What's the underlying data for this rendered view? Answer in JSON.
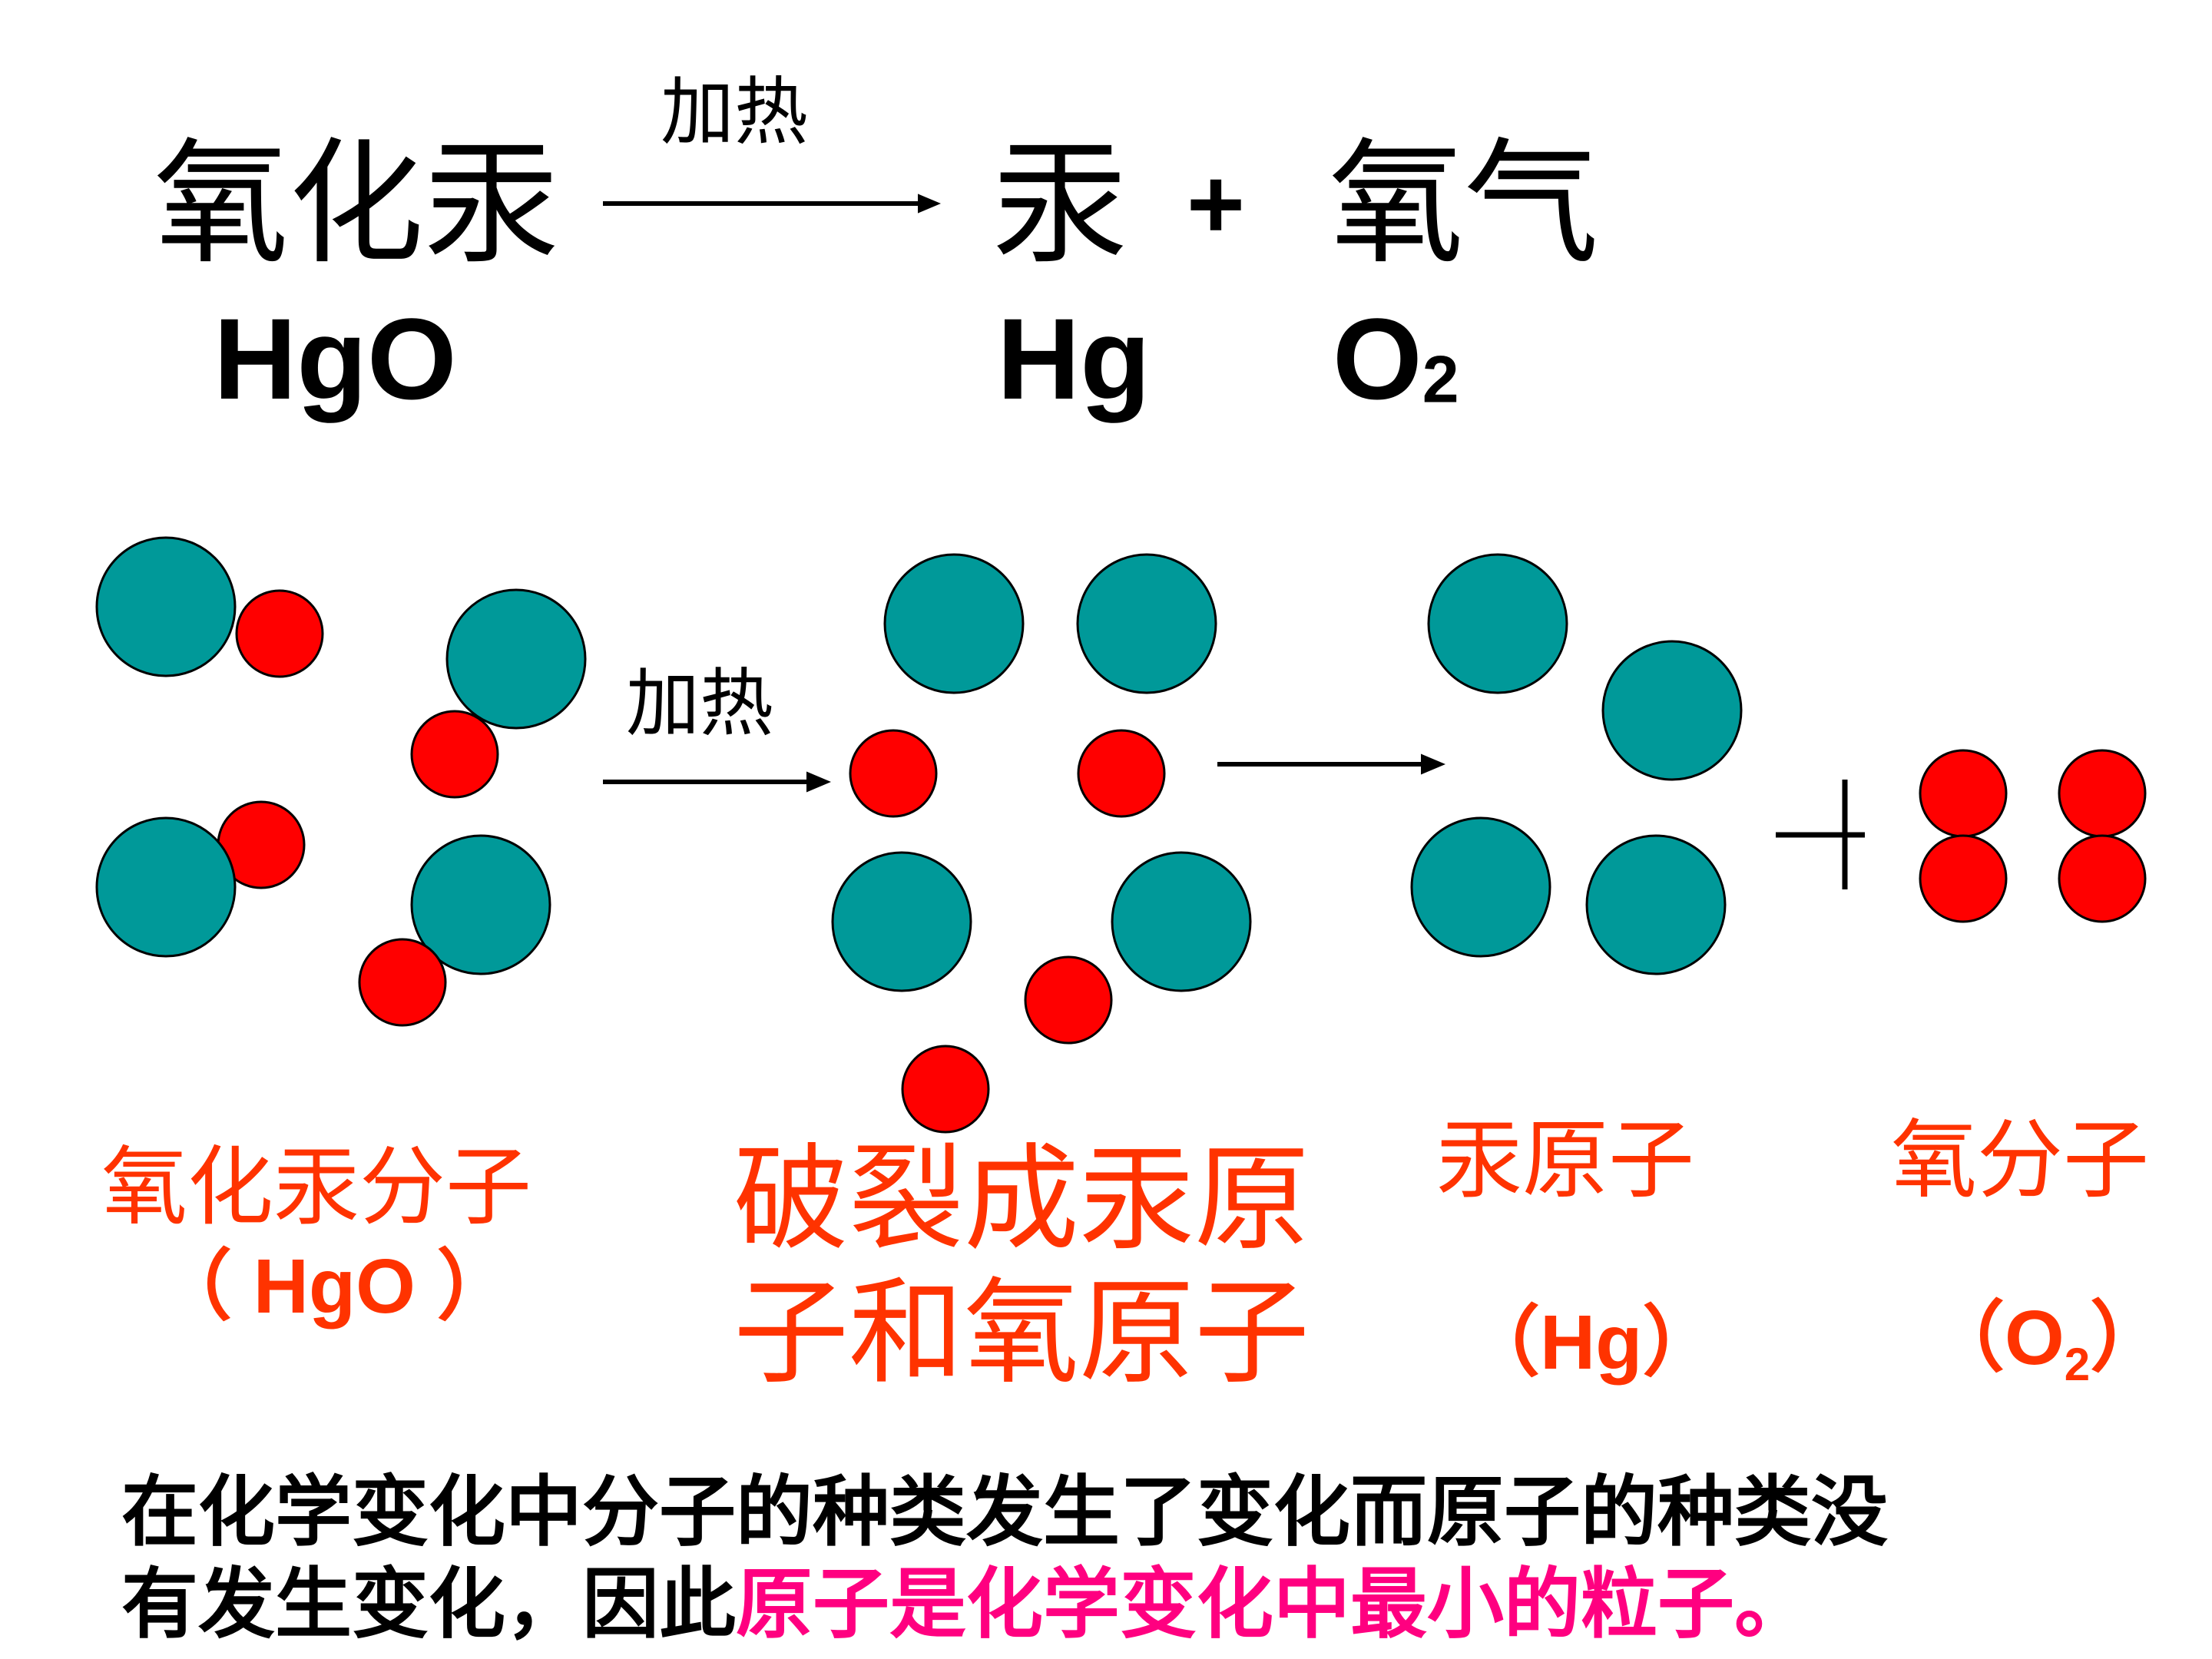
{
  "equation": {
    "reactant_name": "氧化汞",
    "condition": "加热",
    "product1_name": "汞",
    "plus": "+",
    "product2_name": "氧气",
    "reactant_formula": "HgO",
    "product1_formula": "Hg",
    "product2_formula_main": "O",
    "product2_formula_sub": "2"
  },
  "diagram": {
    "condition": "加热",
    "big_plus": "+",
    "colors": {
      "mercury_atom": "#009999",
      "oxygen_atom": "#ff0000",
      "outline": "#000000"
    }
  },
  "labels": {
    "hgo_molecule": "氧化汞分子",
    "hgo_formula": "（ HgO ）",
    "split_line1": "破裂成汞原",
    "split_line2": "子和氧原子",
    "hg_atom": "汞原子",
    "hg_formula_open": "（",
    "hg_formula": "Hg",
    "hg_formula_close": "）",
    "o2_molecule": "氧分子",
    "o2_formula_open": "（",
    "o2_formula_main": "O",
    "o2_formula_sub": "2",
    "o2_formula_close": "）"
  },
  "conclusion": {
    "line1": "在化学变化中分子的种类发生了变化而原子的种类没",
    "line2_black": "有发生变化，因此",
    "line2_pink": "原子是化学变化中最小的粒子。"
  }
}
